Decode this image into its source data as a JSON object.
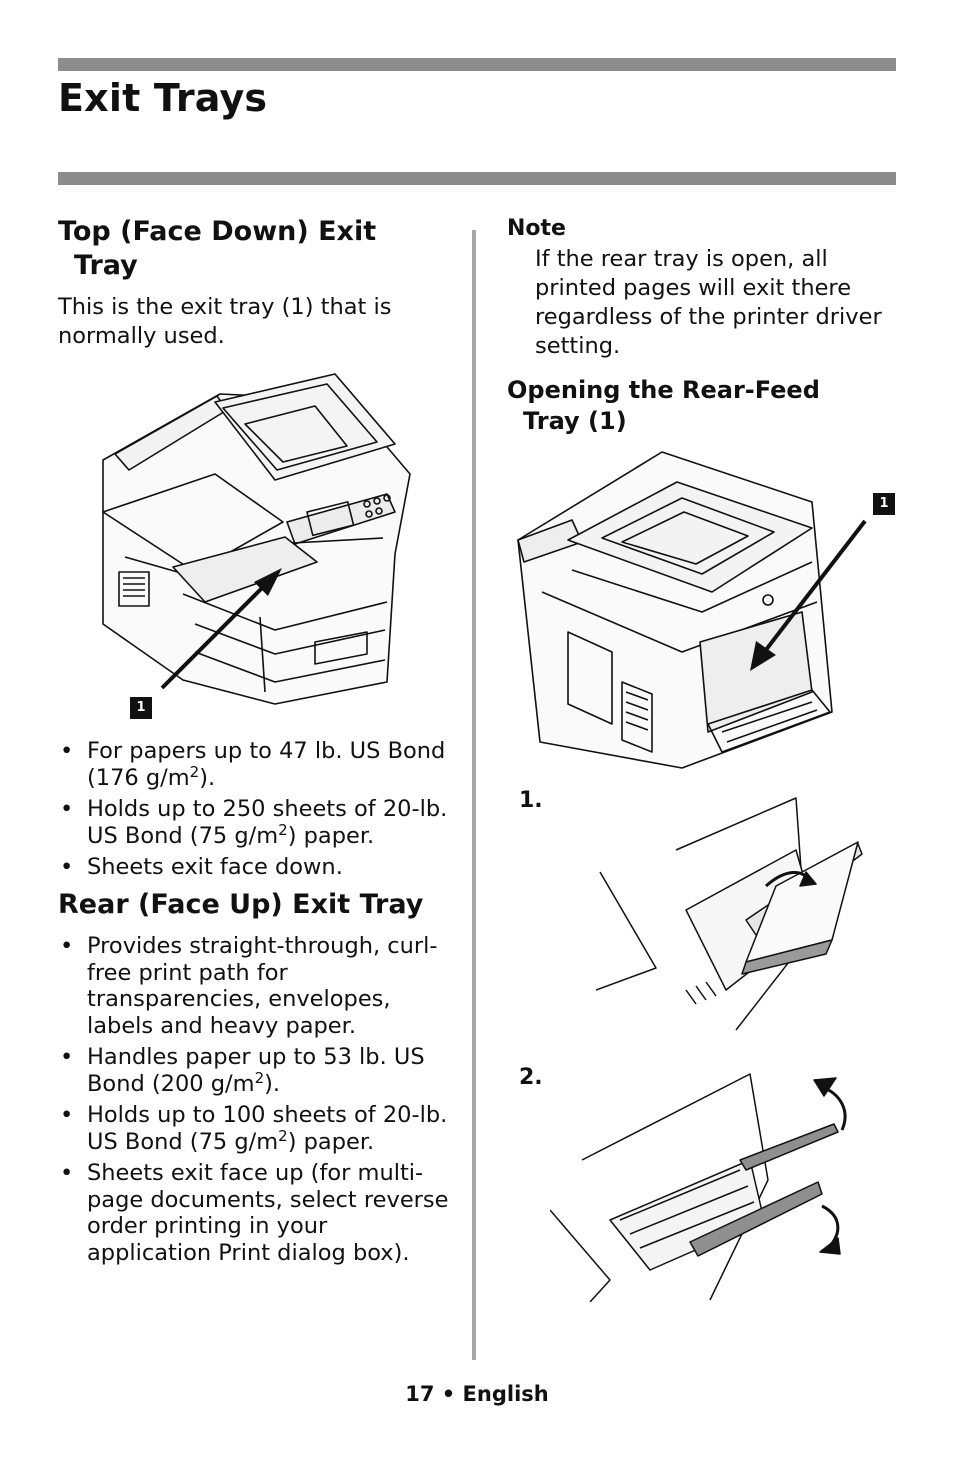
{
  "page": {
    "title": "Exit Trays",
    "page_number": "17",
    "separator": "•",
    "language": "English"
  },
  "left": {
    "top_tray": {
      "heading_line1": "Top (Face Down) Exit",
      "heading_line2": "Tray",
      "intro": "This is the exit tray (1) that is normally used.",
      "callout": "1",
      "bullets": [
        {
          "text": "For papers up to 47 lb. US Bond (176 g/m",
          "sup": "2",
          "after": ")."
        },
        {
          "text": "Holds up to 250 sheets of 20-lb. US Bond (75 g/m",
          "sup": "2",
          "after": ") paper."
        },
        {
          "text": "Sheets exit face down.",
          "sup": "",
          "after": ""
        }
      ]
    },
    "rear_tray": {
      "heading": "Rear (Face Up) Exit Tray",
      "bullets": [
        {
          "text": "Provides straight-through, curl-free print path for transparencies, envelopes, labels and heavy paper.",
          "sup": "",
          "after": ""
        },
        {
          "text": "Handles paper up to 53 lb. US Bond (200 g/m",
          "sup": "2",
          "after": ")."
        },
        {
          "text": "Holds up to 100 sheets of 20-lb. US Bond (75 g/m",
          "sup": "2",
          "after": ") paper."
        },
        {
          "text": "Sheets exit face up (for multi-page documents, select reverse order printing in your application Print dialog box).",
          "sup": "",
          "after": ""
        }
      ]
    }
  },
  "right": {
    "note": {
      "label": "Note",
      "text": "If the rear tray is open, all printed pages will exit there regardless of the printer driver setting."
    },
    "opening": {
      "heading_line1": "Opening the Rear-Feed",
      "heading_line2": "Tray (1)",
      "callout": "1",
      "steps": [
        "1.",
        "2."
      ]
    }
  }
}
